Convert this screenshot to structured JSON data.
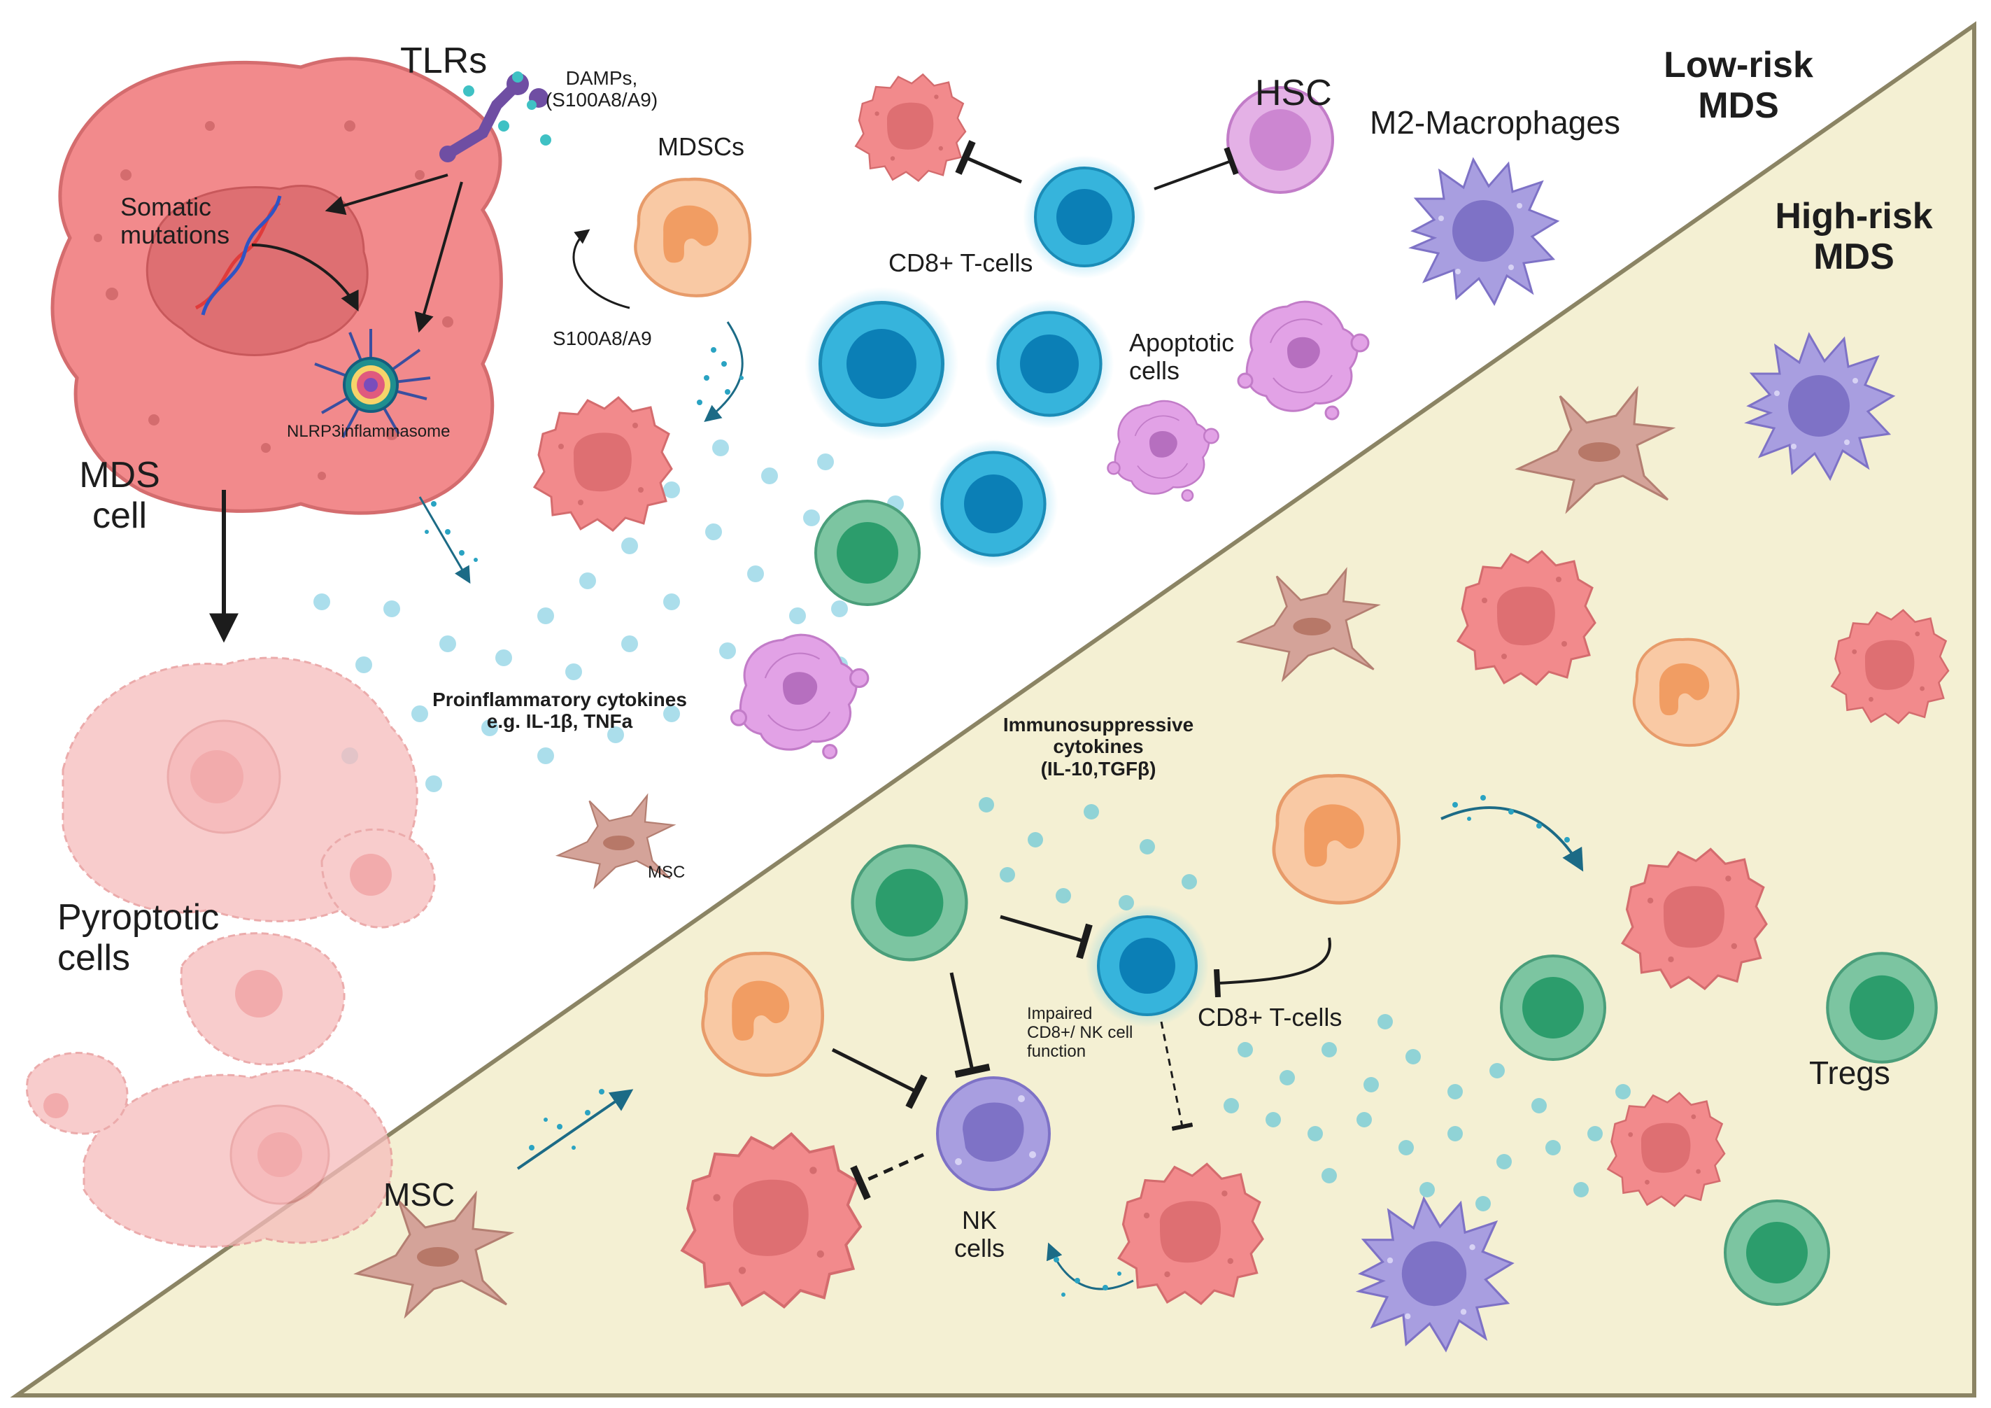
{
  "regions": {
    "low_risk": "Low-risk\nMDS",
    "high_risk": "High-risk\nMDS"
  },
  "labels": {
    "tlrs": "TLRs",
    "damps": "DAMPs,\n(S100A8/A9)",
    "somatic": "Somatic\nmutations",
    "nlrp3": "NLRP3inflammasome",
    "mds_cell": "MDS\ncell",
    "mdscs": "MDSCs",
    "s100": "S100A8/A9",
    "hsc": "HSC",
    "m2": "M2-Macrophages",
    "cd8_top": "CD8+ T-cells",
    "apoptotic": "Apoptotic\ncells",
    "proinflam": "Proinflammатory cytokines\ne.g. IL-1β, TNFa",
    "msc_small": "MSC",
    "pyroptotic": "Pyroptotic\ncells",
    "immunosupp": "Immunosuppressive\ncytokines\n(IL-10,TGFβ)",
    "impaired": "Impaired\nCD8+/ NK cell\nfunction",
    "cd8_bottom": "CD8+ T-cells",
    "tregs": "Tregs",
    "msc_large": "MSC",
    "nk": "NK\ncells"
  },
  "colors": {
    "background": "#ffffff",
    "high_risk_fill": "#f4f0d3",
    "triangle_border": "#8b8464",
    "mds_cell": "#f28a8c",
    "mds_nucleus": "#de6f72",
    "cd8": "#36b4dc",
    "cd8_nucleus": "#0b7fb6",
    "treg": "#7cc5a1",
    "treg_nucleus": "#2c9d6c",
    "mdsc": "#f7b98c",
    "mdsc_nucleus": "#f19d63",
    "macrophage": "#a89ee0",
    "macrophage_nucleus": "#7e72c6",
    "apoptotic": "#e2a2e6",
    "hsc": "#e4b1e6",
    "msc": "#d4a399",
    "cytokine": "#8fd3e5",
    "dna_red": "#e03b3b",
    "dna_blue": "#2f54c4",
    "arrow": "#1c1c1c",
    "teal_arrow": "#1c6b86"
  },
  "icons": [
    "mds-cell-icon",
    "tlr-receptor-icon",
    "dna-helix-icon",
    "nlrp3-inflammasome-icon",
    "cd8-t-cell-icon",
    "mdsc-cell-icon",
    "hsc-cell-icon",
    "m2-macrophage-icon",
    "apoptotic-cell-icon",
    "treg-cell-icon",
    "msc-cell-icon",
    "nk-cell-icon",
    "pyroptotic-cell-icon",
    "cytokine-dot-icon",
    "inhibition-arrow-icon"
  ]
}
